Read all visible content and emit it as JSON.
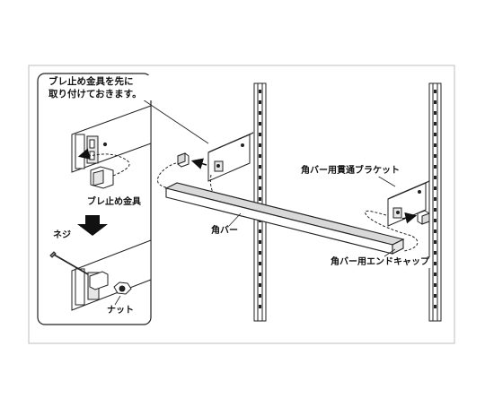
{
  "callout": {
    "line1": "ブレ止め金具を先に",
    "line2": "取り付けておきます。"
  },
  "labels": {
    "bure_fitting": "ブレ止め金具",
    "screw": "ネジ",
    "nut": "ナット",
    "square_bar": "角バー",
    "through_bracket": "角バー用貫通ブラケット",
    "end_cap": "角バー用エンドキャップ"
  },
  "colors": {
    "line": "#222222",
    "frame": "#bdbdbd",
    "fill": "#ffffff",
    "shade": "#d9d9d9",
    "arrow": "#111111"
  }
}
